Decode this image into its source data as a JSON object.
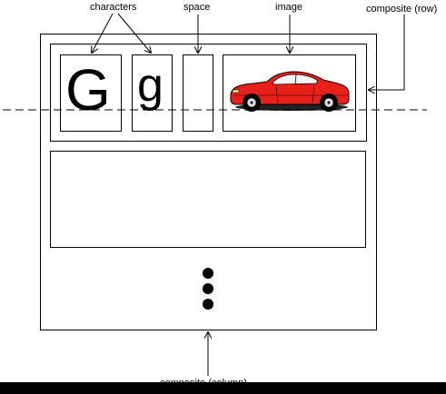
{
  "labels": {
    "characters": "characters",
    "space": "space",
    "image": "image",
    "composite_row": "composite (row)",
    "composite_column": "composite (column)"
  },
  "glyphs": {
    "upper": "G",
    "lower": "g"
  },
  "colors": {
    "car_body": "#e8201a",
    "stroke": "#000000"
  },
  "icons": {
    "car": "red-sports-car-image",
    "ellipsis": "vertical-ellipsis-dots"
  }
}
